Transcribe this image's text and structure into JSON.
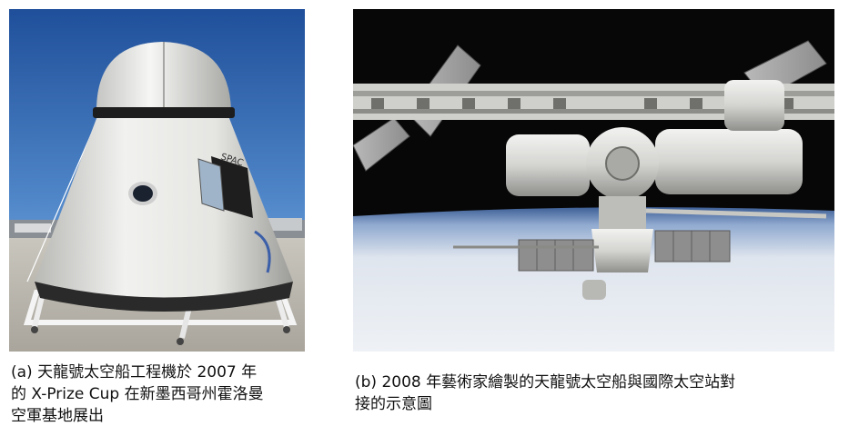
{
  "panel_a": {
    "caption_lines": [
      "(a)  天龍號太空船工程機於 2007 年",
      "的 X-Prize Cup 在新墨西哥州霍洛曼",
      "空軍基地展出"
    ],
    "capsule_lettering": "SPAC"
  },
  "panel_b": {
    "caption_lines": [
      "(b) 2008 年藝術家繪製的天龍號太空船與國際太空站對",
      "接的示意圖"
    ]
  },
  "colors": {
    "sky_top": "#1f4f9a",
    "sky_bottom": "#7fb0e0",
    "tarmac": "#b9b6ae",
    "capsule_body": "#e7e7e4",
    "heat_shield": "#2a2a2a",
    "space_black": "#070707",
    "earth_cloud": "#e4e8ee",
    "earth_horizon": "#6f8fbf"
  }
}
